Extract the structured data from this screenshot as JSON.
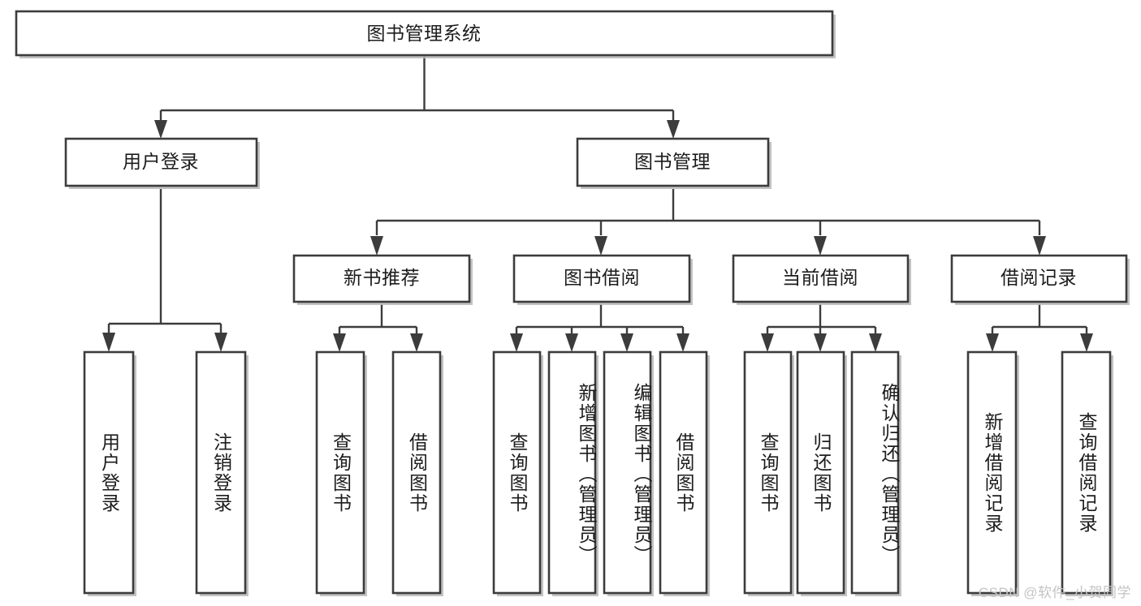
{
  "diagram": {
    "title": "图书管理系统",
    "type": "tree-hierarchy-diagram",
    "colors": {
      "box_stroke": "#3c3c3c",
      "box_fill": "#ffffff",
      "connector": "#3c3c3c",
      "text": "#1c1c1c",
      "watermark": "#c4c4c4",
      "background": "#ffffff"
    },
    "root": {
      "label": "图书管理系统"
    },
    "level2": [
      {
        "label": "用户登录"
      },
      {
        "label": "图书管理"
      }
    ],
    "level3": [
      {
        "label": "新书推荐"
      },
      {
        "label": "图书借阅"
      },
      {
        "label": "当前借阅"
      },
      {
        "label": "借阅记录"
      }
    ],
    "leaves": {
      "user_login": [
        {
          "label": "用户登录"
        },
        {
          "label": "注销登录"
        }
      ],
      "new_book_recommend": [
        {
          "label": "查询图书"
        },
        {
          "label": "借阅图书"
        }
      ],
      "book_borrow": [
        {
          "label": "查询图书"
        },
        {
          "label": "新增图书（管理员）"
        },
        {
          "label": "编辑图书（管理员）"
        },
        {
          "label": "借阅图书"
        }
      ],
      "current_borrow": [
        {
          "label": "查询图书"
        },
        {
          "label": "归还图书"
        },
        {
          "label": "确认归还（管理员）"
        }
      ],
      "borrow_record": [
        {
          "label": "新增借阅记录"
        },
        {
          "label": "查询借阅记录"
        }
      ]
    },
    "watermark": "CSDN @软件_小贺同学"
  }
}
